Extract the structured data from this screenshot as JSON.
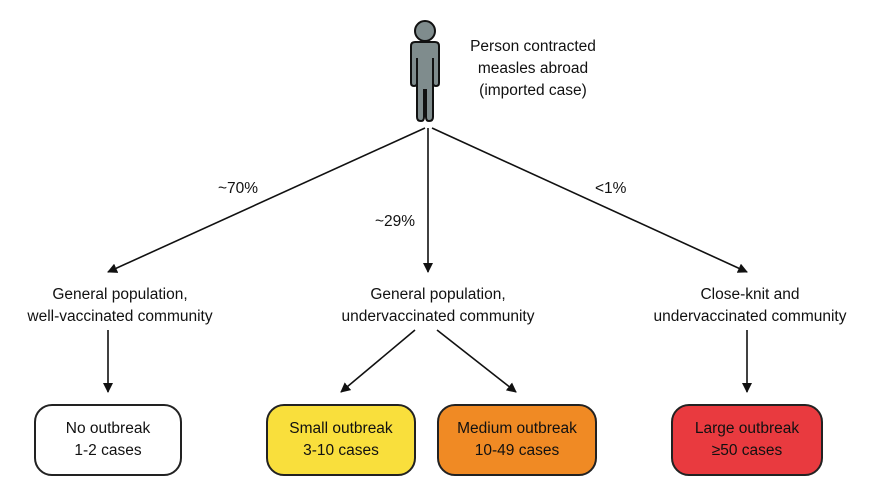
{
  "source": {
    "line1": "Person contracted",
    "line2": "measles abroad",
    "line3": "(imported case)"
  },
  "branches": {
    "left": {
      "pct": "~70%",
      "line1": "General population,",
      "line2": "well-vaccinated community"
    },
    "middle": {
      "pct": "~29%",
      "line1": "General population,",
      "line2": "undervaccinated community"
    },
    "right": {
      "pct": "<1%",
      "line1": "Close-knit and",
      "line2": "undervaccinated community"
    }
  },
  "outcomes": {
    "none": {
      "title": "No outbreak",
      "cases": "1-2 cases",
      "color": "#ffffff"
    },
    "small": {
      "title": "Small outbreak",
      "cases": "3-10 cases",
      "color": "#f9df3c"
    },
    "medium": {
      "title": "Medium outbreak",
      "cases": "10-49 cases",
      "color": "#f08a24"
    },
    "large": {
      "title": "Large outbreak",
      "cases": "≥50 cases",
      "color": "#e93a3f"
    }
  }
}
